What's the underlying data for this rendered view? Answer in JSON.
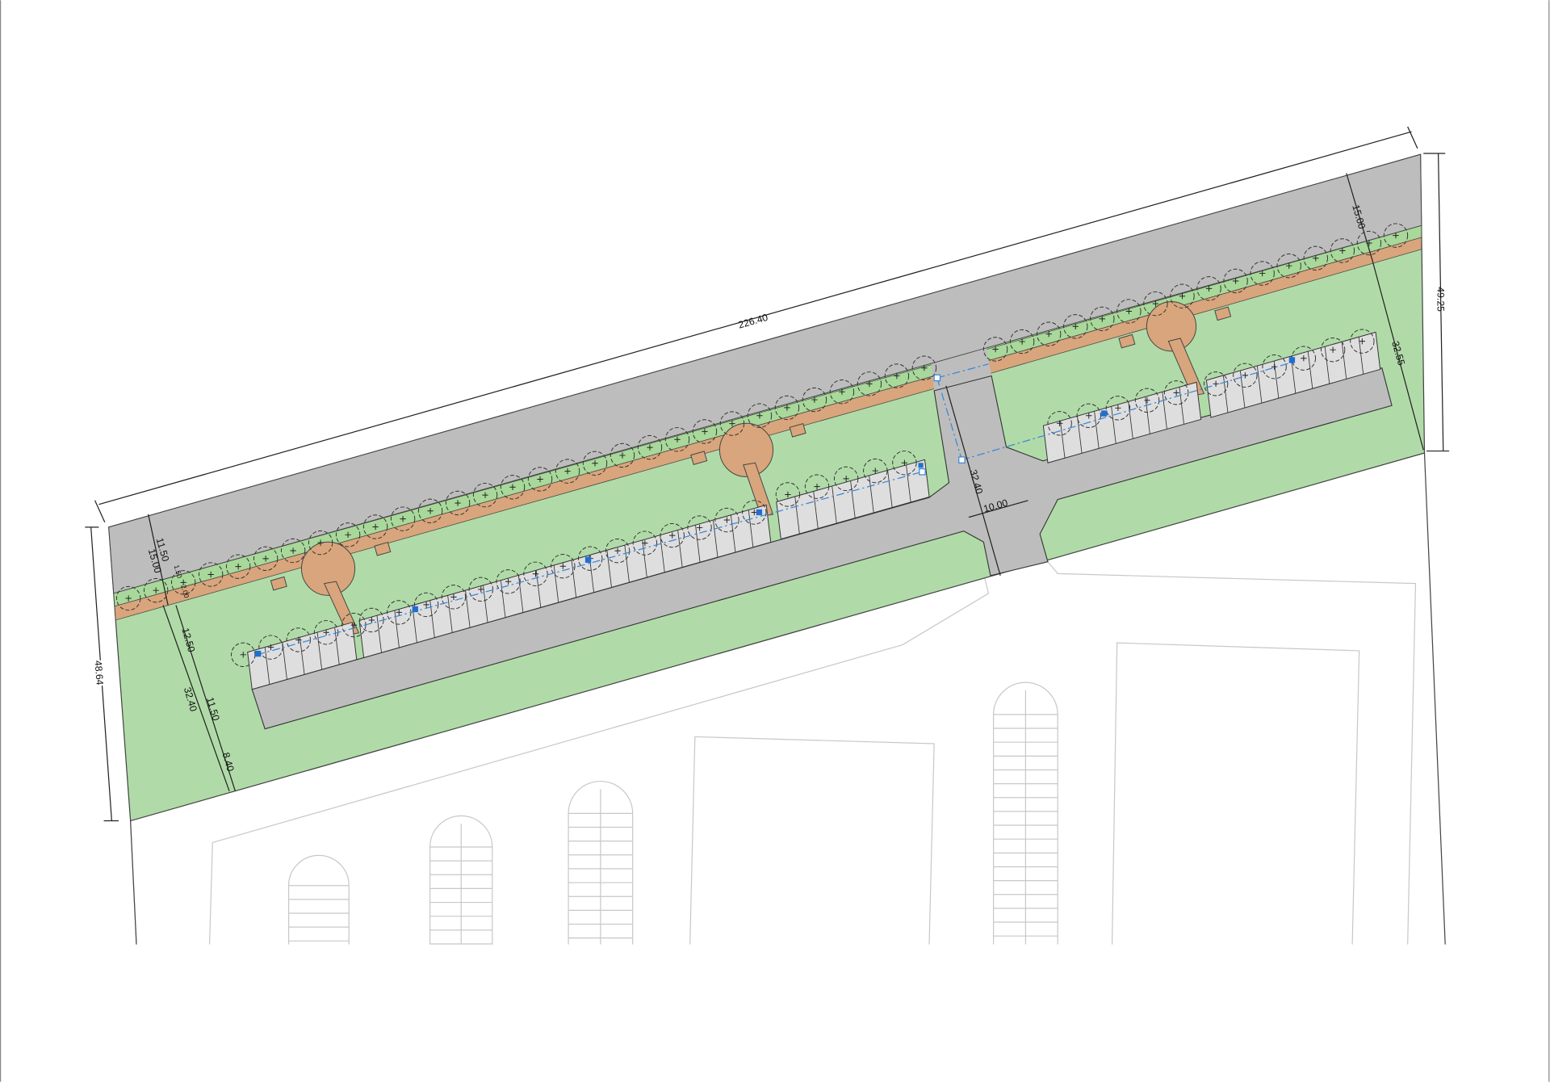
{
  "plan": {
    "colors": {
      "road": "#bdbdbd",
      "green": "#b0dba8",
      "path": "#d9a57c",
      "stall": "#dedede",
      "hedge": "#a8d89a",
      "guide": "#3a86d6"
    },
    "dimensions": {
      "total_length": "226.40",
      "left_depth": "48.64",
      "right_depth": "49.25",
      "left_a": "11.50",
      "left_b": "15.00",
      "left_small_a": "1.50",
      "left_small_b": "2.00",
      "left_c": "12.50",
      "left_d": "32.40",
      "left_e": "11.50",
      "left_f": "8.40",
      "road_depth": "32.40",
      "road_width": "10.00",
      "right_a": "15.00",
      "right_b": "32.55"
    },
    "stall_groups": [
      6,
      23,
      8,
      9,
      10
    ]
  }
}
